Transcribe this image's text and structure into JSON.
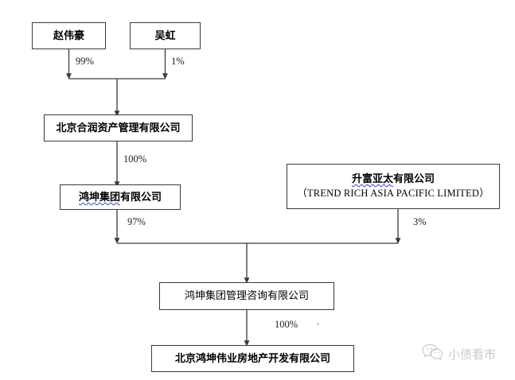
{
  "diagram": {
    "type": "ownership-structure-chart",
    "background_color": "#ffffff",
    "line_color": "#3a3a3a",
    "nodes": [
      {
        "id": "zhao",
        "label": "赵伟豪"
      },
      {
        "id": "wuhong",
        "label": "吴虹"
      },
      {
        "id": "herun",
        "label": "北京合润资产管理有限公司"
      },
      {
        "id": "hongkun_grp",
        "label_squiggle": "鸿坤集团",
        "label_rest": "有限公司"
      },
      {
        "id": "trendrich",
        "label_squiggle": "升富亚太",
        "label_rest": "有限公司",
        "label_en": "（TREND RICH ASIA PACIFIC LIMITED）"
      },
      {
        "id": "consulting",
        "label": "鸿坤集团管理咨询有限公司"
      },
      {
        "id": "weiye",
        "label": "北京鸿坤伟业房地产开发有限公司"
      }
    ],
    "edges": [
      {
        "from": "zhao",
        "to": "herun",
        "percent": "99%"
      },
      {
        "from": "wuhong",
        "to": "herun",
        "percent": "1%"
      },
      {
        "from": "herun",
        "to": "hongkun_grp",
        "percent": "100%"
      },
      {
        "from": "hongkun_grp",
        "to": "consulting",
        "percent": "97%"
      },
      {
        "from": "trendrich",
        "to": "consulting",
        "percent": "3%"
      },
      {
        "from": "consulting",
        "to": "weiye",
        "percent": "100%"
      }
    ],
    "stray_mark": "‹"
  },
  "watermark": {
    "icon": "wechat-icon",
    "text": "小债看市",
    "color": "#4a4a4a"
  }
}
